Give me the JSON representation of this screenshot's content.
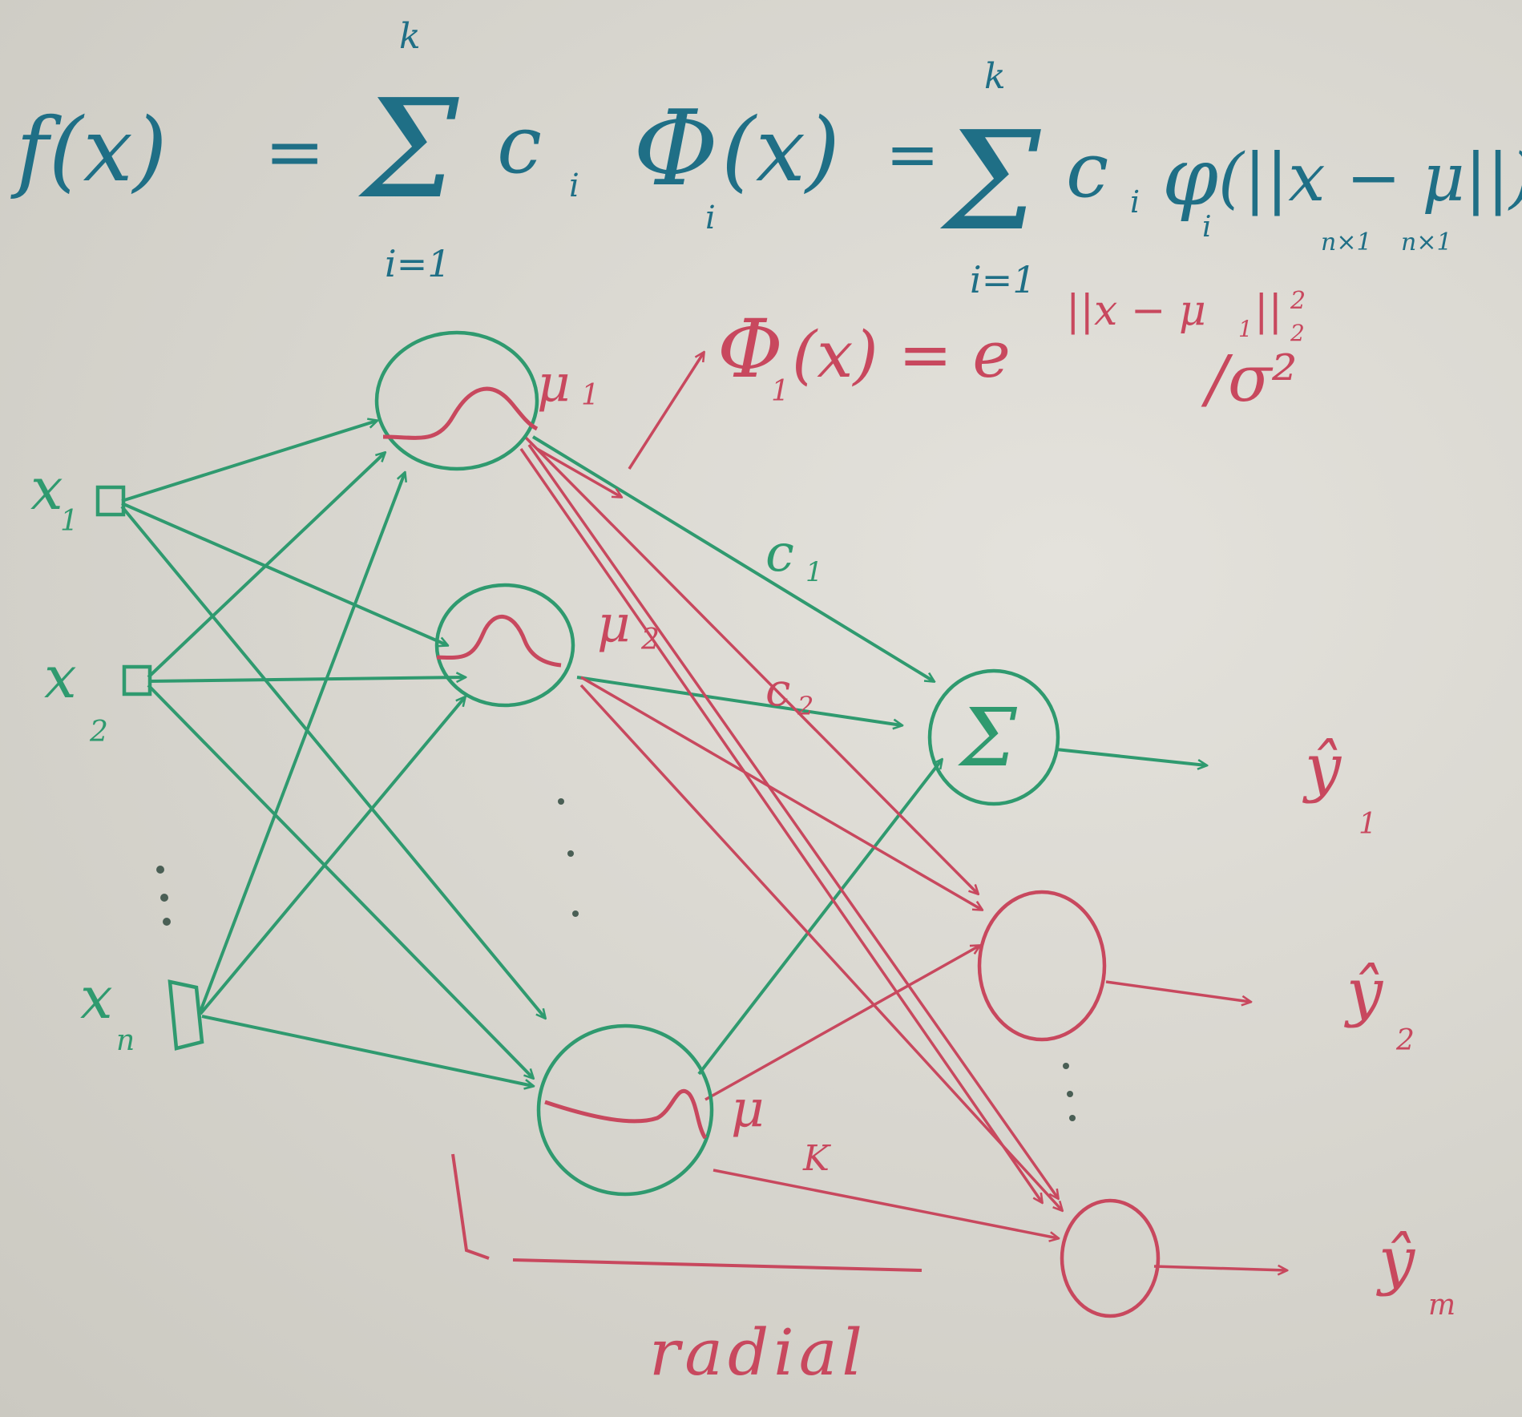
{
  "formula": {
    "main": "f(x) = Σ c_i Φ_i(x) = Σ c_i φ_i(||x − μ||)",
    "lhs": "f(x)",
    "eq1": "=",
    "sum1_top": "k",
    "sum1_bottom": "i=1",
    "term1": "c",
    "term1_sub": "i",
    "term2": "Φ",
    "term2_sub": "i",
    "term2_arg": "(x)",
    "eq2": "=",
    "sum2_top": "k",
    "sum2_bottom": "i=1",
    "term3": "c",
    "term3_sub": "i",
    "term4": "φ",
    "term4_sub": "i",
    "term4_arg": "(||x − μ||)",
    "dim_x": "n×1",
    "dim_mu": "n×1"
  },
  "gaussian": {
    "lhs": "Φ",
    "lhs_sub": "1",
    "lhs_arg": "(x) = e",
    "exp": "||x − μ",
    "exp_sub": "1",
    "exp_end": "||",
    "exp_norm_sub": "2",
    "exp_norm_sup": "2",
    "denom": "/σ²"
  },
  "inputs": [
    {
      "label": "x",
      "sub": "1"
    },
    {
      "label": "x",
      "sub": "2"
    },
    {
      "label": "x",
      "sub": "n"
    }
  ],
  "hidden": [
    {
      "label": "μ",
      "sub": "1"
    },
    {
      "label": "μ",
      "sub": "2"
    },
    {
      "label": "μ",
      "sub": "K"
    }
  ],
  "weights": [
    {
      "label": "c",
      "sub": "1"
    },
    {
      "label": "c",
      "sub": "2"
    }
  ],
  "sum_node": "Σ",
  "outputs": [
    {
      "label": "ŷ",
      "sub": "1"
    },
    {
      "label": "ŷ",
      "sub": "2"
    },
    {
      "label": "ŷ",
      "sub": "m"
    }
  ],
  "layer_label": "radial",
  "colors": {
    "formula": "#1f6f86",
    "green": "#2f9a6f",
    "red": "#c8485e"
  }
}
